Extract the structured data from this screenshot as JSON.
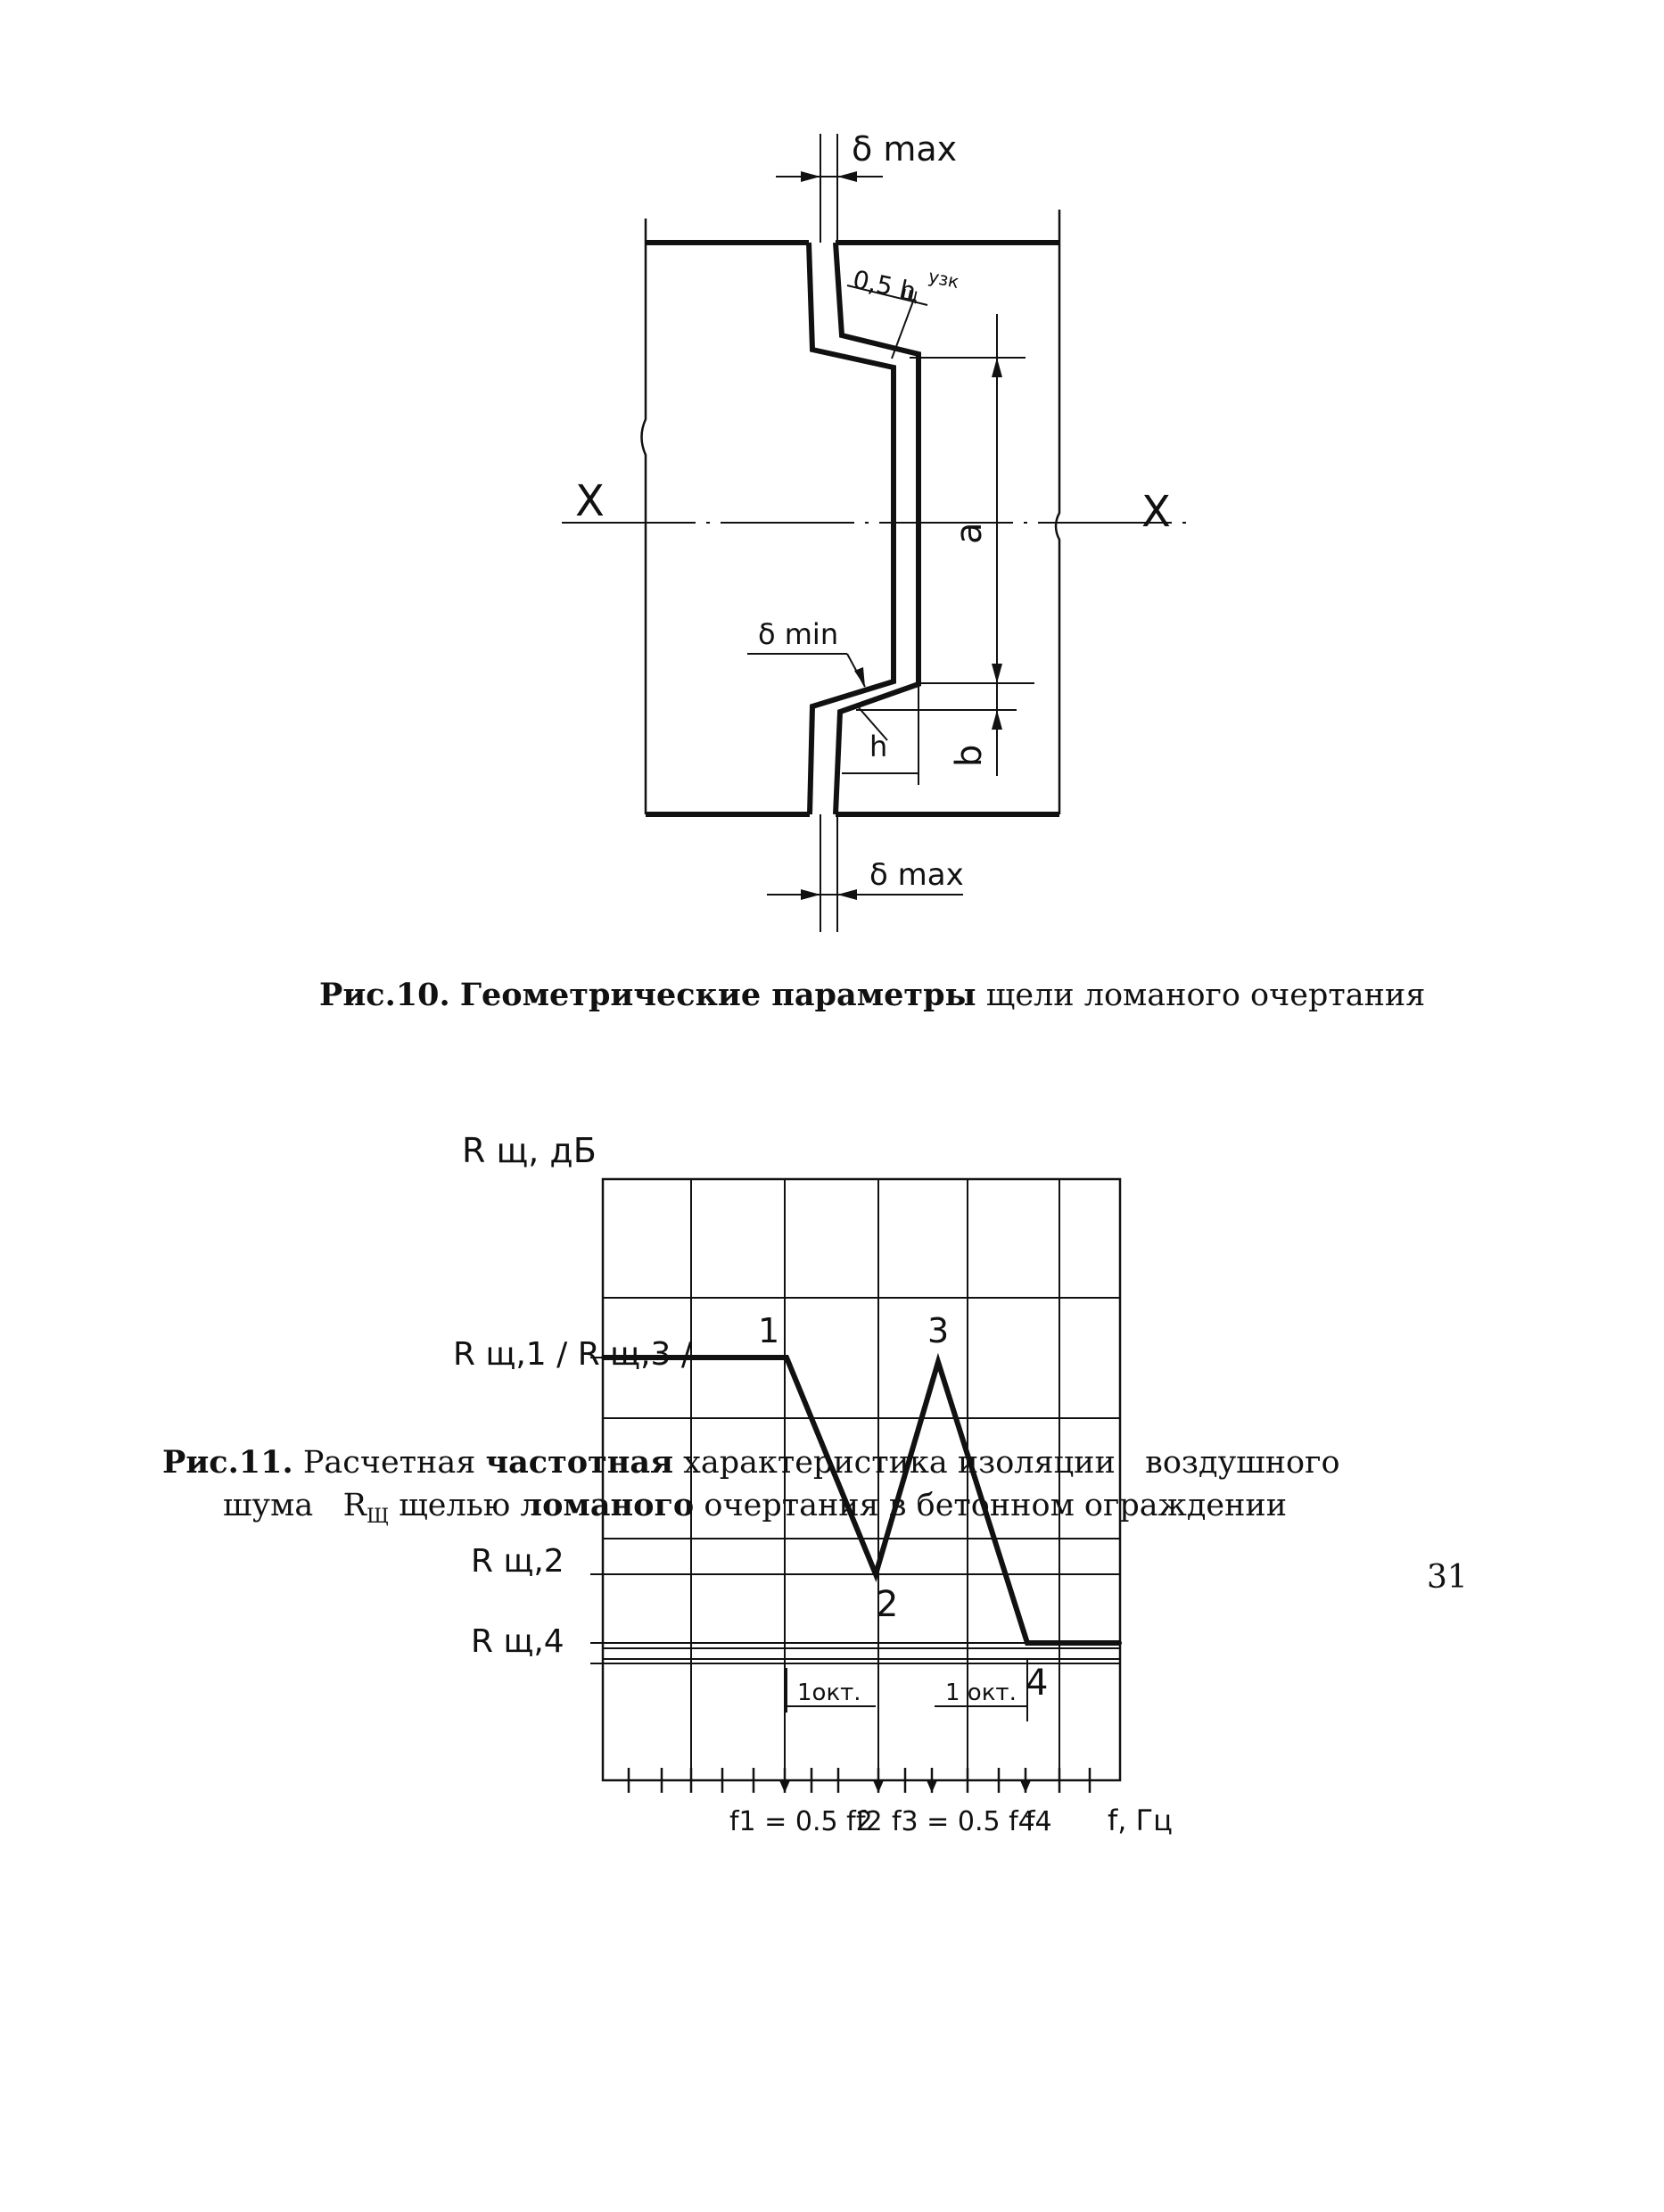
{
  "figure10": {
    "labels": {
      "delta_max_top": "δ max",
      "delta_max_bottom": "δ max",
      "delta_min": "δ min",
      "half_h": "0,5 h",
      "h_sup": "узк",
      "h_sub": "щ",
      "axis_left": "X",
      "axis_right": "X",
      "a_label": "a",
      "b_label": "b",
      "h_label": "h"
    },
    "caption": {
      "prefix": "Рис.10.",
      "bold_part": "Геометрические параметры",
      "rest": "щели ломаного очертания"
    }
  },
  "figure11": {
    "caption": {
      "prefix": "Рис.11.",
      "line1_a": "Расчетная",
      "line1_bold": "частотная",
      "line1_b": "характеристика изоляции   воздушного",
      "line2_a": "шума",
      "line2_symbol": "R",
      "line2_sub": "Щ",
      "line2_b": "щелью",
      "line2_bold": "ломаного",
      "line2_c": "очертания в бетонном ограждении"
    }
  },
  "chart_data": {
    "type": "line",
    "title": "",
    "ylabel": "R щ, дБ",
    "xlabel": "f, Гц",
    "y_tick_labels": [
      "R щ,1 / R щ,3 /",
      "R щ,2",
      "R щ,4"
    ],
    "x_tick_labels": [
      "f1 = 0.5 f2",
      "f2",
      "f3 = 0.5 f4",
      "f4",
      "f, Гц"
    ],
    "point_labels": [
      "1",
      "2",
      "3",
      "4"
    ],
    "octave_labels": [
      "1окт.",
      "1 окт."
    ],
    "series": [
      {
        "points": [
          {
            "x": "0",
            "y": "R щ,1"
          },
          {
            "x": "f1",
            "y": "R щ,1"
          },
          {
            "x": "f2",
            "y": "R щ,2"
          },
          {
            "x": "f3",
            "y": "R щ,3"
          },
          {
            "x": "f4",
            "y": "R щ,4"
          },
          {
            "x": "end",
            "y": "R щ,4"
          }
        ]
      }
    ],
    "grid": true
  },
  "page_number": "31"
}
